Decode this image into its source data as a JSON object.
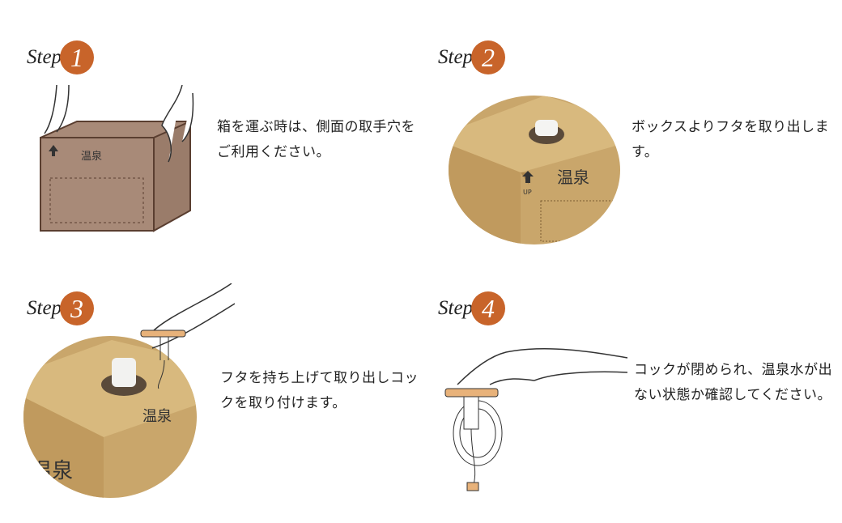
{
  "steps": [
    {
      "word": "Step",
      "number": "1",
      "text": "箱を運ぶ時は、側面の取手穴をご利用ください。"
    },
    {
      "word": "Step",
      "number": "2",
      "text": "ボックスよりフタを取り出します。"
    },
    {
      "word": "Step",
      "number": "3",
      "text": "フタを持ち上げて取り出しコックを取り付けます。"
    },
    {
      "word": "Step",
      "number": "4",
      "text": "コックが閉められ、温泉水が出ない状態か確認してください。"
    }
  ],
  "box_logo": "温泉",
  "box_arrow_label": "UP",
  "colors": {
    "badge": "#c8642a",
    "cardboard": "#c9a66b",
    "line_art_box": "#7a5a4a",
    "text": "#222222"
  }
}
